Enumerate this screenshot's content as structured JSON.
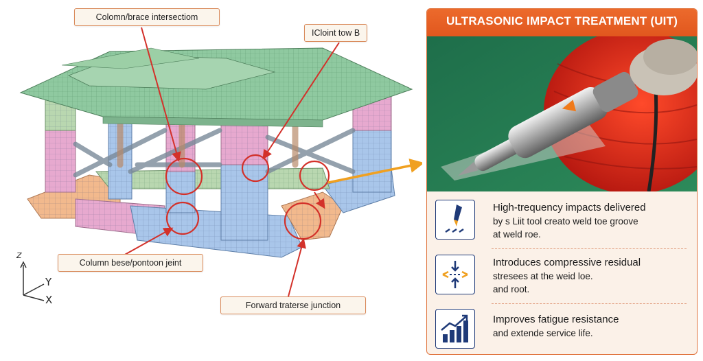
{
  "callouts": {
    "column_brace": "Colomn/brace intersectiom",
    "joint_b": "ICloint tow B",
    "column_base": "Column bese/pontoon jeint",
    "forward": "Forward traterse junction"
  },
  "axes": {
    "z": "Z",
    "y": "Y",
    "x": "X"
  },
  "panel": {
    "title": "ULTRASONIC IMPACT TREATMENT (UIT)",
    "items": [
      {
        "icon": "tool-tip-icon",
        "line1": "High-trequency impacts delivered",
        "line2": "by s Liit tool creato weld toe groove",
        "line3": "at weld roe."
      },
      {
        "icon": "compression-arrows-icon",
        "line1": "Introduces compressive residual",
        "line2": "stresees at the weid loe.",
        "line3": "and root."
      },
      {
        "icon": "bar-chart-trend-icon",
        "line1": "Improves fatigue resistance",
        "line2": "and extende service life."
      }
    ]
  },
  "colors": {
    "accent": "#e8612a",
    "deck": "#8fc9a0",
    "column_blue": "#a9c6ea",
    "column_pink": "#e7a9cf",
    "pontoon_orange": "#f2b98d",
    "callout_arrow": "#d3312a",
    "pointer_arrow": "#f0a020",
    "icon_navy": "#1f3a78"
  }
}
